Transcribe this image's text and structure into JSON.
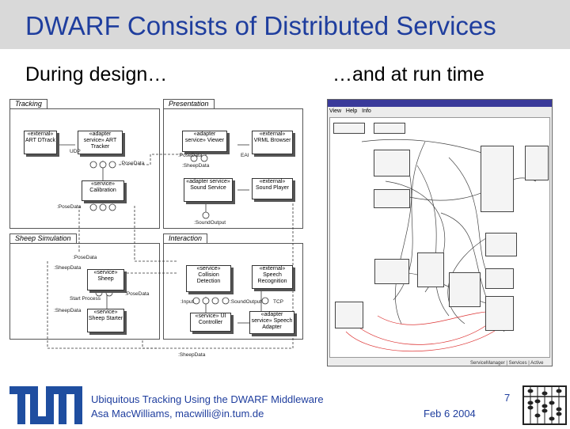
{
  "slide": {
    "title": "DWARF Consists of Distributed Services",
    "left_heading": "During design…",
    "right_heading": "…and at run time",
    "footer_line1": "Ubiquitous Tracking Using the DWARF Middleware",
    "footer_line2": "Asa MacWilliams, macwilli@in.tum.de",
    "date": "Feb 6 2004",
    "page_number": "7",
    "logo_text": "TUM",
    "title_color": "#1f3e9e",
    "title_bar_color": "#d9d9d9"
  },
  "design_diagram": {
    "packages": {
      "tracking": "Tracking",
      "presentation": "Presentation",
      "sheep_simulation": "Sheep Simulation",
      "interaction": "Interaction"
    },
    "components": {
      "art_stereo": "«external» ART DTrack",
      "art_tracker": "«adapter service» ART Tracker",
      "calibration": "«service» Calibration",
      "viewer": "«adapter service» Viewer",
      "vrml_browser": "«external» VRML Browser",
      "sound_service": "«adapter service» Sound Service",
      "sound_player": "«external» Sound Player",
      "sheep": "«service» Sheep",
      "sheep_starter": "«service» Sheep Starter",
      "collision_detection": "«service» Collision Detection",
      "speech_recognition": "«external» Speech Recognition",
      "ui_controller": "«service» UI Controller",
      "speech_adapter": "«adapter service» Speech Adapter"
    },
    "labels": {
      "udp": "UDP",
      "pose_data": ":PoseData",
      "sheep_data": ":SheepData",
      "eai": "EAI",
      "sound_output": ":SoundOutput",
      "start_process": "Start Process",
      "tcp": "TCP",
      "input": ":Input"
    }
  },
  "runtime_window": {
    "menu": [
      "View",
      "Help",
      "Info"
    ],
    "status": "ServiceManager | Services | Active"
  }
}
